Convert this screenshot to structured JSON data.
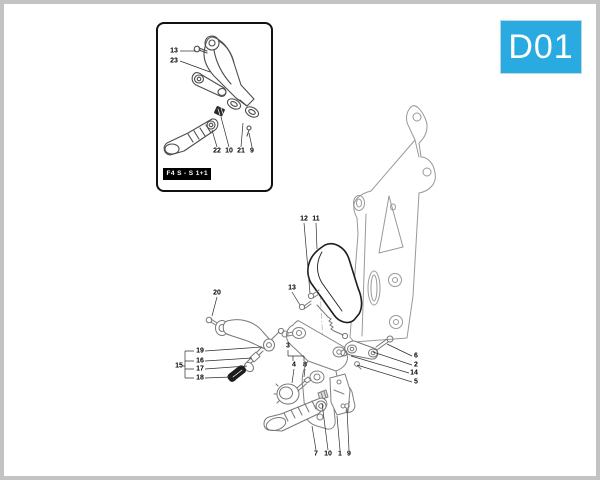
{
  "page": {
    "code": "D01"
  },
  "colors": {
    "accent": "#29abe2",
    "accent_text": "#ffffff"
  },
  "inset": {
    "variant_label": "F4 S - S 1+1",
    "callouts": [
      "13",
      "23",
      "22",
      "10",
      "21",
      "9"
    ]
  },
  "main": {
    "callouts": [
      "12",
      "11",
      "20",
      "13",
      "19",
      "16",
      "15",
      "17",
      "18",
      "3",
      "4",
      "8",
      "6",
      "2",
      "14",
      "5",
      "7",
      "10",
      "1",
      "9"
    ]
  }
}
